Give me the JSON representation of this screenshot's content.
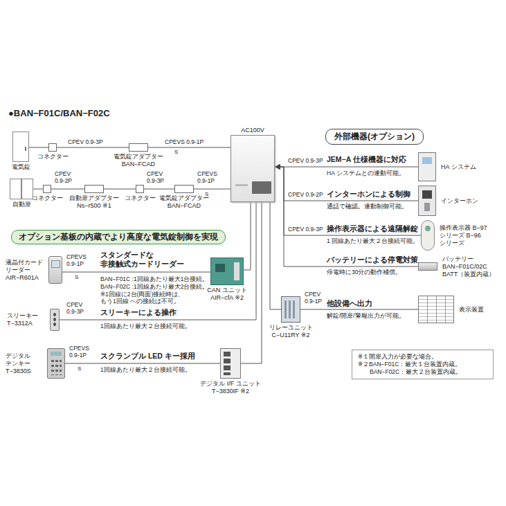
{
  "diagram": {
    "title": "●BAN−F01C/BAN−F02C",
    "nodes": [
      {
        "text": [
          "電気錠"
        ]
      },
      {
        "text": [
          "コネクター"
        ]
      },
      {
        "text": [
          "電気錠アダプター BAN−FCAD"
        ]
      },
      {
        "text": [
          "AC100V"
        ]
      },
      {
        "text": [
          "自動扉"
        ]
      },
      {
        "text": [
          "コネクター"
        ]
      },
      {
        "text": [
          "自動扉アダプター Ns−r500 ※1"
        ]
      },
      {
        "text": [
          "コネクター"
        ]
      },
      {
        "text": [
          "電気錠アダプター BAN−FCAD"
        ]
      },
      {
        "text": [
          "外部機器(オプション)"
        ]
      },
      {
        "text": [
          "HA システム"
        ]
      },
      {
        "text": [
          "インターホン"
        ]
      },
      {
        "text": [
          "操作表示器 B−97 シリーズ B−96 シリーズ"
        ]
      },
      {
        "text": [
          "バッテリー BAN−F01C/02C BATT（装置内蔵）"
        ]
      },
      {
        "text": [
          "オプション基板の内蔵でより高度な電気錠制御を実現"
        ]
      },
      {
        "text": [
          "液晶付カード リーダー AIR−R601A"
        ]
      },
      {
        "text": [
          "CAN ユニット AIR−cfA ※2"
        ]
      },
      {
        "text": [
          "スリーキー T−3312A"
        ]
      },
      {
        "text": [
          "デジタル テンキー T−3830S"
        ]
      },
      {
        "text": [
          "デジタル I/F ユニット T−3830IF ※2"
        ]
      },
      {
        "text": [
          "リレーユニット C−U11RY ※2"
        ]
      },
      {
        "text": [
          "表示装置"
        ]
      },
      {
        "text": [
          "※１開扉入力が必要な場合。",
          "※２BAN−F01C：最大１台装置内蔵。 BAN−F02C：最大２台装置内蔵。"
        ]
      }
    ],
    "edges": [
      {
        "from": 0,
        "to": 1,
        "arrow": "none"
      },
      {
        "from": 1,
        "to": 2,
        "label": "CPEV 0.9-3P",
        "arrow": "none"
      },
      {
        "from": 2,
        "to": 3,
        "label": "CPEVS 0.9-1P",
        "arrow": "none"
      },
      {
        "from": 4,
        "to": 5,
        "arrow": "none"
      },
      {
        "from": 5,
        "to": 6,
        "label": "CPEV 0.9-2P",
        "arrow": "none"
      },
      {
        "from": 6,
        "to": 7,
        "arrow": "none"
      },
      {
        "from": 7,
        "to": 8,
        "label": "CPEV 0.9-3P",
        "arrow": "none"
      },
      {
        "from": 8,
        "to": 3,
        "label": "CPEVS 0.9-1P",
        "arrow": "none"
      },
      {
        "from": 10,
        "to": 3,
        "label": "CPEV 0.9-3P",
        "arrow": "to"
      },
      {
        "from": 11,
        "to": 3,
        "label": "CPEV 0.9-2P",
        "arrow": "to"
      },
      {
        "from": 12,
        "to": 3,
        "label": "CPEV 0.9-3P",
        "arrow": "to"
      },
      {
        "from": 13,
        "to": 3,
        "arrow": "to"
      },
      {
        "from": 15,
        "to": 16,
        "label": "CPEVS 0.9-1P",
        "arrow": "none"
      },
      {
        "from": 16,
        "to": 3,
        "arrow": "none"
      },
      {
        "from": 17,
        "to": 3,
        "label": "CPEV 0.9-3P",
        "arrow": "none"
      },
      {
        "from": 18,
        "to": 19,
        "label": "CPEVS 0.9-1P",
        "arrow": "none"
      },
      {
        "from": 19,
        "to": 3,
        "arrow": "none"
      },
      {
        "from": 3,
        "to": 20,
        "arrow": "none"
      },
      {
        "from": 20,
        "to": 21,
        "label": "CPEV 0.9-1P",
        "arrow": "none"
      }
    ],
    "labels": [
      "スタンダードな 非接触式カードリーダー",
      "BAN−F01C :1回線あたり最大1台接続。",
      "BAN−F02C :1回線あたり最大2台接続。",
      "※1回線に2台(両面)接続時は、もう1回線 への接続は不可。",
      "スリーキーによる操作",
      "1回線あたり最大２台接続可能。",
      "スクランブル LED キー採用",
      "1回線あたり最大２台接続可能。",
      "他設備へ出力",
      "解錠/開扉/警報出力が可能。",
      "JEM−A 仕様機器に対応",
      "HA システムとの連動可能。",
      "インターホンによる制御",
      "通話で確認。連動制御可能。",
      "操作表示器による遠隔解錠",
      "1 回線あたり最大２台接続可能。",
      "バッテリーによる停電対策",
      "停電時に30分の動作補償。",
      "S",
      "S",
      "S",
      "S"
    ]
  }
}
